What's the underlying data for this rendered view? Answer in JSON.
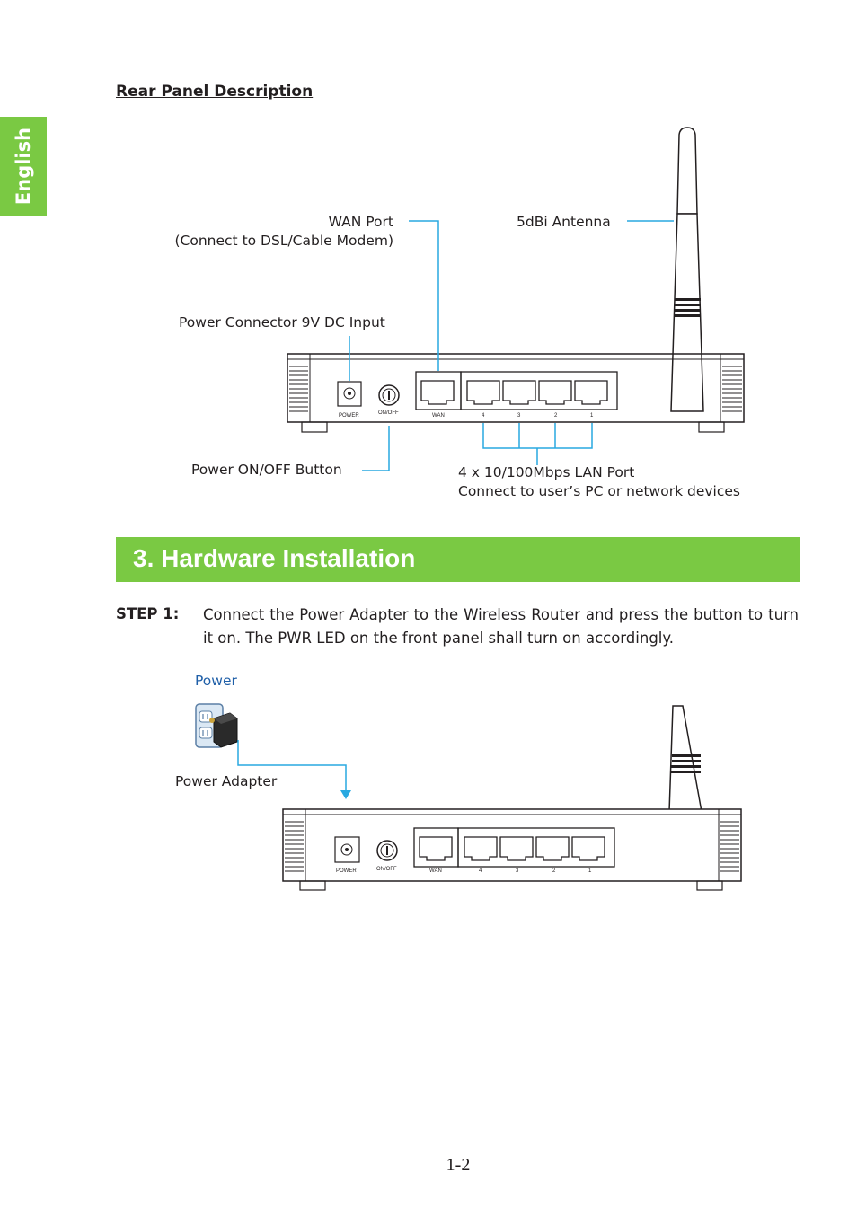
{
  "side_tab": {
    "label": "English"
  },
  "rear_panel": {
    "title": "Rear Panel Description",
    "labels": {
      "wan_port": "WAN Port",
      "wan_port_desc": "(Connect to DSL/Cable Modem)",
      "antenna": "5dBi Antenna",
      "power_connector": "Power Connector 9V DC Input",
      "power_button": "Power ON/OFF Button",
      "lan_port": "4 x 10/100Mbps LAN Port",
      "lan_port_desc": "Connect to user’s PC or network devices"
    },
    "panel_text": {
      "power": "POWER",
      "onoff": "ON/OFF",
      "wan": "WAN",
      "p4": "4",
      "p3": "3",
      "p2": "2",
      "p1": "1"
    }
  },
  "hardware": {
    "section_title": "3. Hardware Installation",
    "step1_label": "STEP 1:",
    "step1_text": "Connect the Power Adapter to the Wireless Router and press the button to turn it on. The PWR LED on the front panel shall turn on accordingly.",
    "power_label": "Power",
    "adapter_label": "Power Adapter"
  },
  "page_number": "1-2",
  "colors": {
    "accent_green": "#7ac943",
    "callout_blue": "#29a9e1",
    "power_label_blue": "#1f5fa8"
  }
}
